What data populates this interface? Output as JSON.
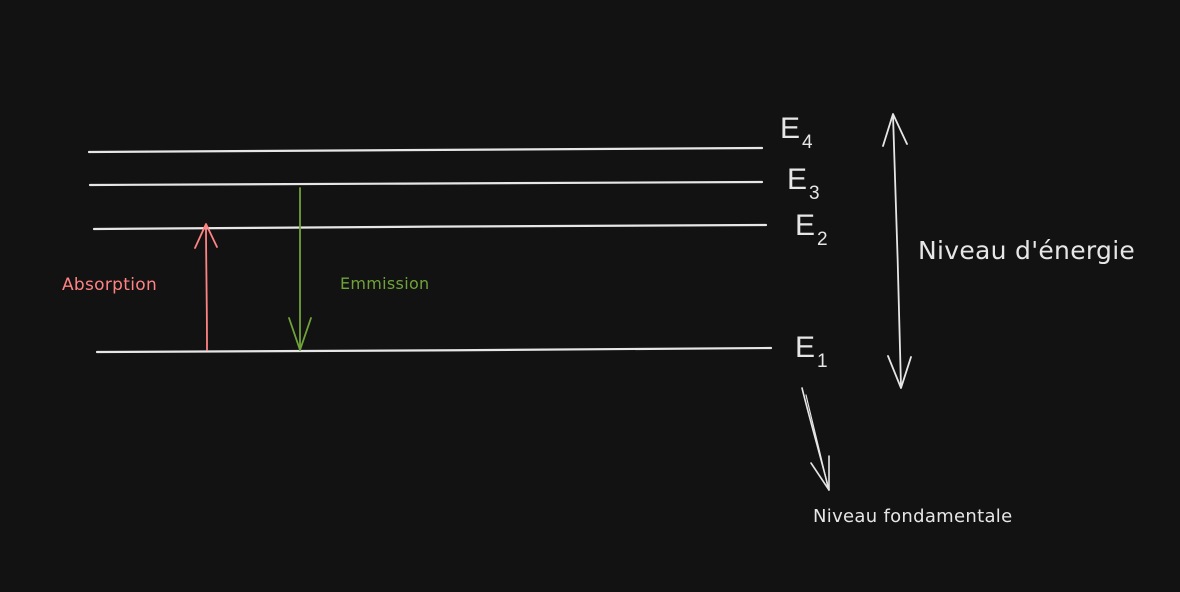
{
  "levels": [
    {
      "letter": "E",
      "sub": "4"
    },
    {
      "letter": "E",
      "sub": "3"
    },
    {
      "letter": "E",
      "sub": "2"
    },
    {
      "letter": "E",
      "sub": "1"
    }
  ],
  "labels": {
    "absorption": "Absorption",
    "emission": "Emmission",
    "energy_axis": "Niveau d'énergie",
    "ground_state": "Niveau fondamentale"
  },
  "colors": {
    "background": "#121212",
    "lines": "#e6e6e6",
    "absorption": "#ff8383",
    "emission": "#6fa23a"
  }
}
